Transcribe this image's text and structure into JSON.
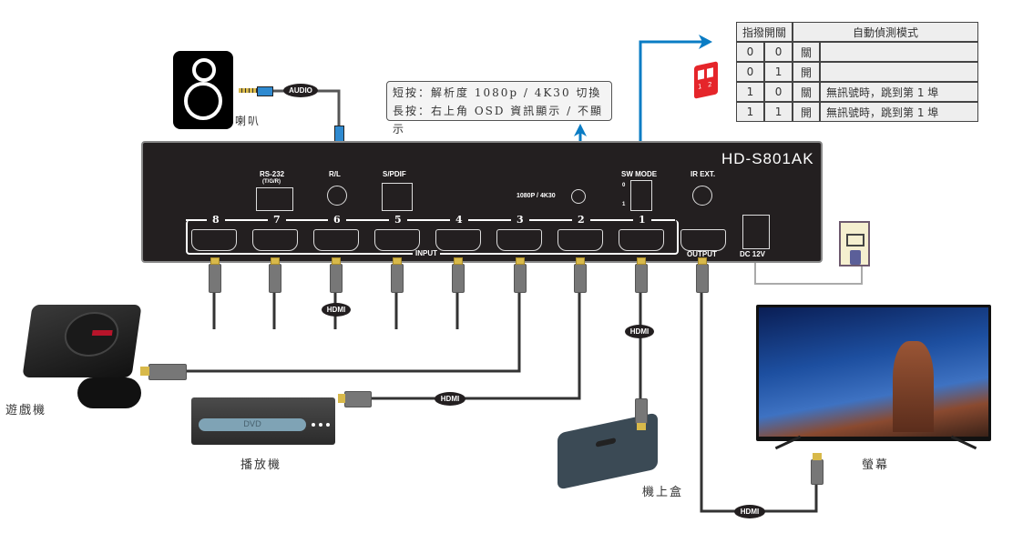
{
  "dip_table": {
    "header_left": "指撥開關",
    "header_right": "自動偵測模式",
    "rows": [
      {
        "sw1": "0",
        "sw2": "0",
        "state": "關",
        "desc": ""
      },
      {
        "sw1": "0",
        "sw2": "1",
        "state": "開",
        "desc": ""
      },
      {
        "sw1": "1",
        "sw2": "0",
        "state": "關",
        "desc": "無訊號時，跳到第 1 埠"
      },
      {
        "sw1": "1",
        "sw2": "1",
        "state": "開",
        "desc": "無訊號時，跳到第 1 埠"
      }
    ]
  },
  "dip_switch_labels": [
    "1",
    "2"
  ],
  "button_note": {
    "line1": "短按：解析度 1080p / 4K30 切換",
    "line2": "長按：右上角 OSD 資訊顯示 / 不顯示"
  },
  "device": {
    "model": "HD-S801AK",
    "rs232_label": "RS-232",
    "rs232_sub": "(T/G/R)",
    "rl_label": "R/L",
    "spdif_label": "S/PDIF",
    "resolution_button_label": "1080P / 4K30",
    "sw_mode_label": "SW MODE",
    "sw_mode_0": "0",
    "sw_mode_1": "1",
    "ir_label": "IR EXT.",
    "input_label": "INPUT",
    "output_label": "OUTPUT",
    "dc_label": "DC 12V",
    "input_numbers": [
      "8",
      "7",
      "6",
      "5",
      "4",
      "3",
      "2",
      "1"
    ]
  },
  "cable_labels": {
    "audio": "AUDIO",
    "hdmi": "HDMI"
  },
  "devices": {
    "speaker": "喇叭",
    "game_console": "遊戲機",
    "dvd_player": "播放機",
    "dvd_text": "DVD",
    "set_top_box": "機上盒",
    "monitor": "螢幕"
  },
  "colors": {
    "arrow": "#0a7cc4",
    "panel": "#231f20",
    "dip_red": "#e5252a",
    "outlet": "#f5efcf"
  }
}
